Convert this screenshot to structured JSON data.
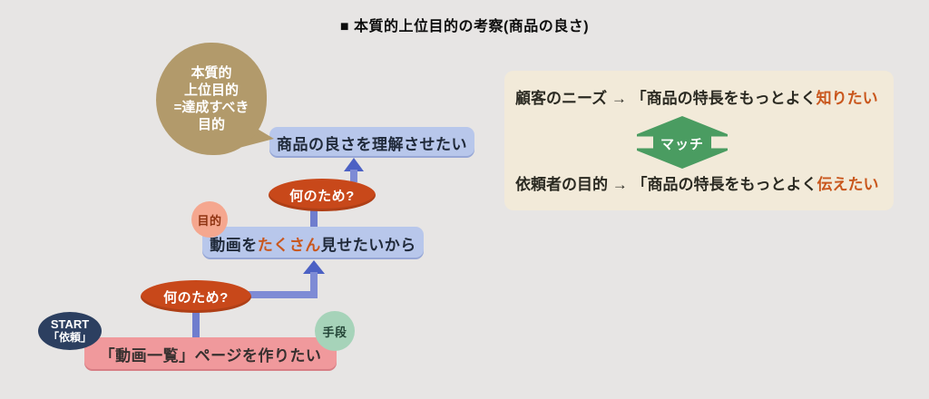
{
  "title": "■ 本質的上位目的の考察(商品の良さ)",
  "flow": {
    "bubble_lines": [
      "本質的",
      "上位目的",
      "=達成すべき",
      "目的"
    ],
    "goal_box": "商品の良さを理解させたい",
    "why_question_1": "何のため?",
    "purpose_badge": "目的",
    "reason_box": {
      "pre": "動画を",
      "accent": "たくさん",
      "post": "見せたいから"
    },
    "why_question_2": "何のため?",
    "start_badge": {
      "top": "START",
      "bottom": "「依頼」"
    },
    "means_badge": "手段",
    "request_box": "「動画一覧」ページを作りたい"
  },
  "panel": {
    "customer_line": {
      "pre": "顧客のニーズ → 「商品の特長をもっとよく",
      "accent": "知りたい"
    },
    "match_label": "マッチ",
    "client_line": {
      "pre": "依頼者の目的 → 「商品の特長をもっとよく",
      "accent": "伝えたい"
    }
  },
  "colors": {
    "background": "#e7e5e4",
    "bubble_tan": "#b29a6b",
    "blue_box": "#b8c7eb",
    "orange_ellipse": "#c8481a",
    "accent_orange": "#c9571d",
    "purpose_badge_bg": "#f5a78f",
    "means_badge_bg": "#a6d3b9",
    "start_navy": "#2c3f60",
    "pink_box": "#f0999c",
    "arrow_shaft": "#7e8bd5",
    "arrow_head": "#4c61c4",
    "panel_bg": "#f2ead9",
    "match_green": "#4a9c61"
  }
}
